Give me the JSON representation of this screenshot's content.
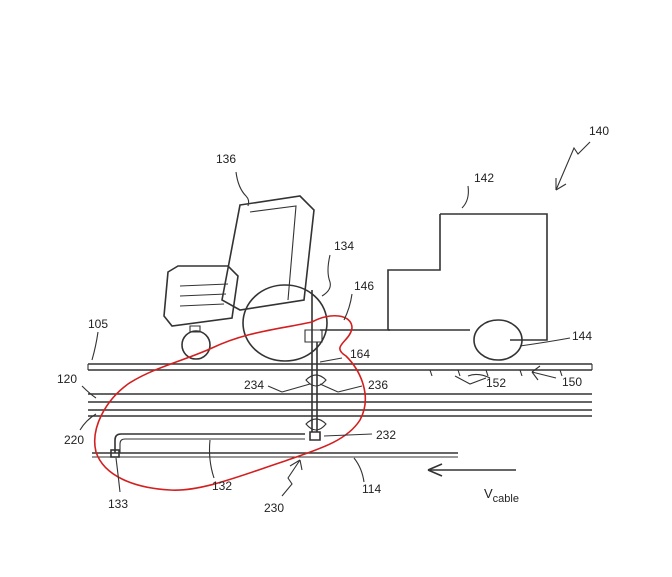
{
  "labels": {
    "l140": "140",
    "l142": "142",
    "l136": "136",
    "l134": "134",
    "l146": "146",
    "l105": "105",
    "l164": "164",
    "l144": "144",
    "l120": "120",
    "l234": "234",
    "l236": "236",
    "l152": "152",
    "l150": "150",
    "l220": "220",
    "l232": "232",
    "l132": "132",
    "l133": "133",
    "l230": "230",
    "l114": "114",
    "vcable_main": "V",
    "vcable_sub": "cable"
  },
  "colors": {
    "line": "#333333",
    "annotation": "#d41f1f",
    "background": "#ffffff"
  }
}
